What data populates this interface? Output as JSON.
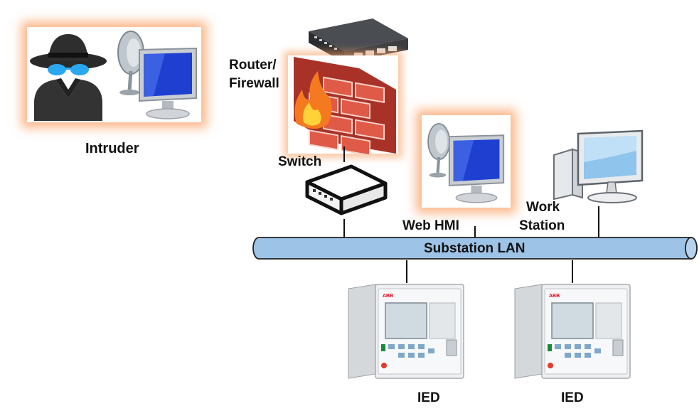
{
  "labels": {
    "intruder": "Intruder",
    "router_firewall_line1": "Router/",
    "router_firewall_line2": "Firewall",
    "switch": "Switch",
    "web_hmi": "Web HMI",
    "work_station_line1": "Work",
    "work_station_line2": "Station",
    "lan": "Substation LAN",
    "ied_left": "IED",
    "ied_right": "IED",
    "ied_brand": "ABB"
  },
  "colors": {
    "lan_fill": "#9dc3e6",
    "glow": "#f8a060",
    "brick": "#d9483b",
    "screen_blue": "#1f3fd0"
  },
  "icons": [
    "spy-icon",
    "satellite-dish-icon",
    "monitor-icon",
    "router-icon",
    "firewall-icon",
    "switch-icon",
    "workstation-icon",
    "ied-device-icon"
  ]
}
